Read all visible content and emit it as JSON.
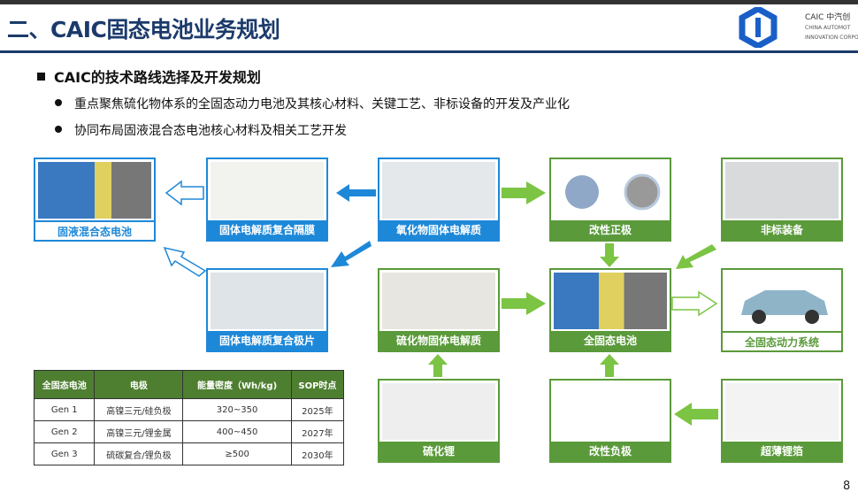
{
  "header": {
    "title": "二、CAIC固态电池业务规划",
    "logo": {
      "line1": "CAIC 中汽创",
      "line2": "CHINA AUTOMOT",
      "line3": "INNOVATION CORPORA"
    }
  },
  "section": {
    "heading": "CAIC的技术路线选择及开发规划",
    "bullets": [
      "重点聚焦硫化物体系的全固态动力电池及其核心材料、关键工艺、非标设备的开发及产业化",
      "协同布局固液混合态电池核心材料及相关工艺开发"
    ]
  },
  "boxes": {
    "hybrid": "固液混合态电池",
    "separator": "固体电解质复合隔膜",
    "oxide": "氧化物固体电解质",
    "cathode": "改性正极",
    "equipment": "非标装备",
    "electrode": "固体电解质复合极片",
    "sulfide": "硫化物固体电解质",
    "allsolid": "全固态电池",
    "powertrain": "全固态动力系统",
    "li2s": "硫化锂",
    "anode": "改性负极",
    "lifoil": "超薄锂箔"
  },
  "table": {
    "headers": [
      "全固态电池",
      "电极",
      "能量密度（Wh/kg)",
      "SOP时点"
    ],
    "rows": [
      [
        "Gen 1",
        "高镍三元/硅负极",
        "320~350",
        "2025年"
      ],
      [
        "Gen 2",
        "高镍三元/锂金属",
        "400~450",
        "2027年"
      ],
      [
        "Gen 3",
        "硫碳复合/锂负极",
        "≥500",
        "2030年"
      ]
    ]
  },
  "page_number": "8",
  "colors": {
    "blue": "#1e88d8",
    "green": "#5a9a3a",
    "navy": "#1b3a6b"
  }
}
